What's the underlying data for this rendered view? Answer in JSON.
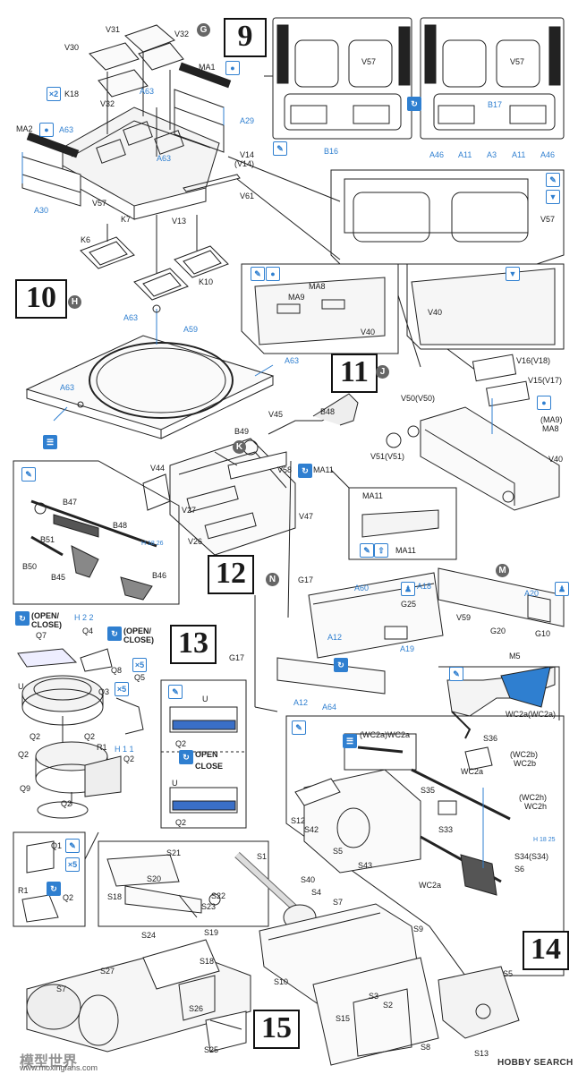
{
  "colors": {
    "ink": "#1a1a1a",
    "accent": "#2f7fd0",
    "circle": "#666666",
    "highlight": "#3a6fc7"
  },
  "steps": [
    "9",
    "10",
    "11",
    "12",
    "13",
    "14",
    "15"
  ],
  "sub_markers": [
    "G",
    "H",
    "J",
    "K",
    "N",
    "M"
  ],
  "icons": [
    "paint-icon",
    "cement-icon",
    "cut-icon",
    "camera-rotate-icon",
    "x2-icon",
    "x5-icon"
  ],
  "step9": {
    "labels": {
      "v31": "V31",
      "v32a": "V32",
      "v30": "V30",
      "ma1": "MA1",
      "k18": "K18",
      "a63a": "A63",
      "v32b": "V32",
      "a29": "A29",
      "ma2": "MA2",
      "a63b": "A63",
      "a63c": "A63",
      "v14": "V14",
      "v14p": "(V14)",
      "v61": "V61",
      "v57a": "V57",
      "v13": "V13",
      "k7": "K7",
      "k6": "K6",
      "k10": "K10",
      "a30": "A30",
      "v57b": "V57",
      "v57c": "V57",
      "b16": "B16",
      "a46a": "A46",
      "a11a": "A11",
      "a3": "A3",
      "a11b": "A11",
      "a46b": "A46",
      "b17": "B17",
      "v57d": "V57"
    },
    "x2": "2"
  },
  "step10": {
    "labels": {
      "a63a": "A63",
      "a59": "A59",
      "a63b": "A63",
      "a63c": "A63"
    }
  },
  "step11": {
    "labels": {
      "ma8": "MA8",
      "ma9": "MA9",
      "v40a": "V40",
      "v40b": "V40",
      "v16": "V16(V18)",
      "v15": "V15(V17)",
      "ma9p": "(MA9)",
      "ma8b": "MA8",
      "v50": "V50(V50)",
      "v51": "V51(V51)",
      "v40c": "V40"
    }
  },
  "step12": {
    "labels": {
      "v45": "V45",
      "b48": "B48",
      "b49": "B49",
      "v44": "V44",
      "v58": "V58",
      "ma11": "MA11",
      "v27": "V27",
      "v47": "V47",
      "v26": "V26",
      "ma11b": "MA11",
      "ma11c": "MA11",
      "b47": "B47",
      "b48b": "B48",
      "b51": "B51",
      "b50": "B50",
      "b45": "B45",
      "b46": "B46",
      "h18": "H 18",
      "h18n": "26"
    }
  },
  "stepN": {
    "labels": {
      "g17a": "G17",
      "a60": "A60",
      "a18": "A18",
      "g25": "G25",
      "a12a": "A12",
      "a19": "A19",
      "g17b": "G17",
      "a12b": "A12",
      "a64": "A64",
      "a20": "A20",
      "v59": "V59",
      "g20": "G20",
      "g10": "G10",
      "m5": "M5"
    }
  },
  "step13": {
    "labels": {
      "open_close1": "(OPEN/",
      "open_close1b": "CLOSE)",
      "q7": "Q7",
      "h2": "H",
      "h2n": "2",
      "h2n2": "2",
      "q4": "Q4",
      "open_close2": "(OPEN/",
      "open_close2b": "CLOSE)",
      "q8": "Q8",
      "x5": "5",
      "u": "U",
      "q3": "Q3",
      "x5b": "5",
      "q5": "Q5",
      "q2a": "Q2",
      "q2b": "Q2",
      "h1": "H",
      "h1n": "1",
      "h1n2": "1",
      "r1": "R1",
      "q2c": "Q2",
      "q2d": "Q2",
      "q9": "Q9",
      "q2e": "Q2",
      "u2": "U",
      "q2f": "Q2",
      "open": "OPEN",
      "close": "CLOSE",
      "u3": "U",
      "q2g": "Q2",
      "q1": "Q1",
      "x5c": "5",
      "r1b": "R1",
      "q2h": "Q2"
    }
  },
  "step14": {
    "labels": {
      "wc2a_top": "WC2a(WC2a)",
      "wc2a_paren": "(WC2a)WC2a",
      "s36": "S36",
      "wc2b": "(WC2b)",
      "wc2b2": "WC2b",
      "wc2a": "WC2a",
      "s35": "S35",
      "wc2h": "(WC2h)",
      "wc2h2": "WC2h",
      "s12": "S12",
      "s42": "S42",
      "s33": "S33",
      "s5": "S5",
      "h18": "H 18",
      "h18n": "25",
      "s43": "S43",
      "s34": "S34(S34)",
      "s6": "S6",
      "wc2a2": "WC2a"
    }
  },
  "step15": {
    "labels": {
      "s21": "S21",
      "s20": "S20",
      "s18": "S18",
      "s22": "S22",
      "s23": "S23",
      "s1": "S1",
      "s40": "S40",
      "s4": "S4",
      "s7": "S7",
      "s9": "S9",
      "s24": "S24",
      "s19": "S19",
      "s27": "S27",
      "s18b": "S18",
      "s10": "S10",
      "s7b": "S7",
      "s26": "S26",
      "s25": "S25",
      "s15": "S15",
      "s3": "S3",
      "s2": "S2",
      "s5": "S5",
      "s8": "S8",
      "s13": "S13"
    }
  },
  "footer": {
    "watermark": "模型世界",
    "site": "www.moxingfans.com",
    "brand": "HOBBY SEARCH"
  }
}
